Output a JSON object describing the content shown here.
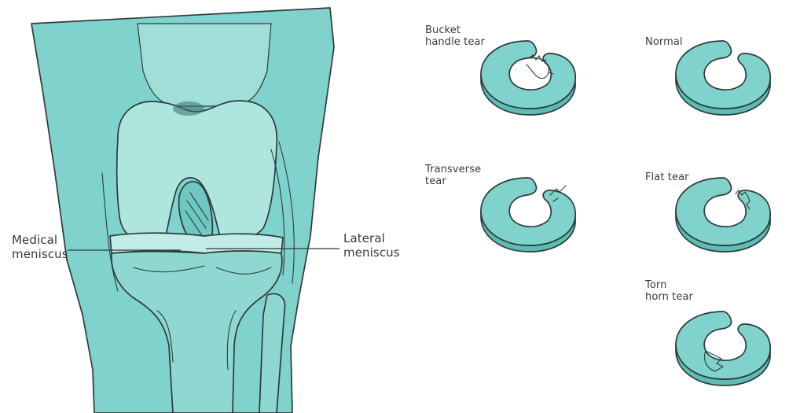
{
  "colors": {
    "teal": "#7fd3cc",
    "teal_light": "#a8e3dd",
    "teal_dark": "#5bbdb5",
    "outline": "#2f3a3a",
    "text": "#3a3a3a"
  },
  "knee": {
    "label_left": "Medical\nmeniscus",
    "label_right": "Lateral\nmeniscus"
  },
  "tears": [
    {
      "id": "bucket",
      "label": "Bucket\nhandle tear",
      "type": "bucket-handle"
    },
    {
      "id": "normal",
      "label": "Normal",
      "type": "normal"
    },
    {
      "id": "transverse",
      "label": "Transverse\ntear",
      "type": "transverse"
    },
    {
      "id": "flat",
      "label": "Flat tear",
      "type": "flat"
    },
    {
      "id": "horn",
      "label": "Torn\nhorn tear",
      "type": "torn-horn"
    }
  ]
}
